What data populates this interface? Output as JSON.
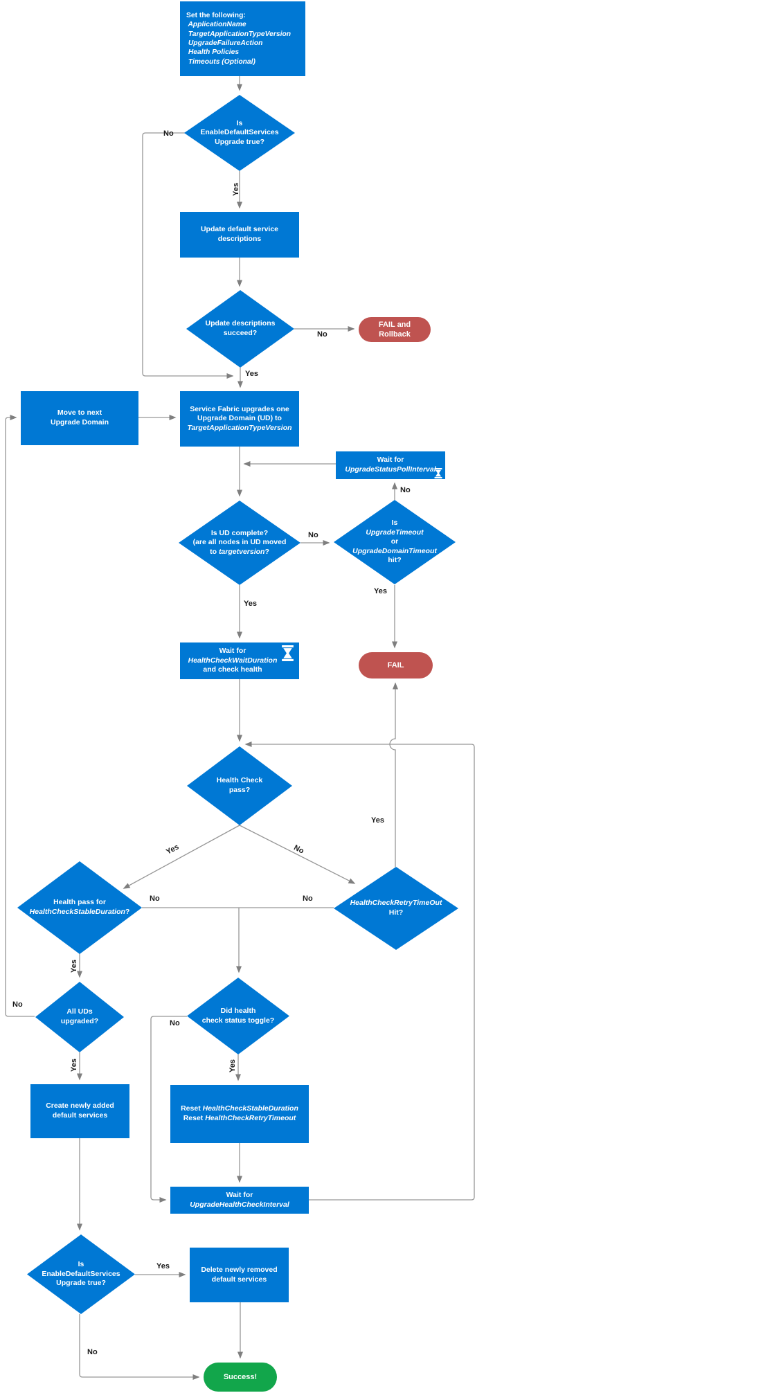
{
  "labels": {
    "yes": "Yes",
    "no": "No"
  },
  "colors": {
    "node_blue": "#0078D4",
    "fail_red": "#BF5350",
    "success_green": "#12A64B",
    "connector_gray": "#969696",
    "edge_label_black": "#1A1A1A"
  },
  "icons": [
    "hourglass-icon"
  ],
  "nodes": {
    "set_following": {
      "lines": [
        [
          {
            "t": "Set the following:"
          }
        ],
        [
          {
            "t": " ApplicationName",
            "i": true
          }
        ],
        [
          {
            "t": " TargetApplicationTypeVersion",
            "i": true
          }
        ],
        [
          {
            "t": " UpgradeFailureAction",
            "i": true
          }
        ],
        [
          {
            "t": " Health Policies",
            "i": true
          }
        ],
        [
          {
            "t": " Timeouts (Optional)",
            "i": true
          }
        ]
      ]
    },
    "d_enable_default_top": {
      "lines": [
        [
          {
            "t": "Is"
          }
        ],
        [
          {
            "t": "EnableDefaultServices"
          }
        ],
        [
          {
            "t": "Upgrade true?"
          }
        ]
      ]
    },
    "update_descriptions": {
      "lines": [
        [
          {
            "t": "Update default service"
          }
        ],
        [
          {
            "t": "descriptions"
          }
        ]
      ]
    },
    "d_update_succeed": {
      "lines": [
        [
          {
            "t": "Update descriptions"
          }
        ],
        [
          {
            "t": "succeed?"
          }
        ]
      ]
    },
    "fail_rollback": {
      "lines": [
        [
          {
            "t": "FAIL and"
          }
        ],
        [
          {
            "t": "Rollback"
          }
        ]
      ]
    },
    "move_next": {
      "lines": [
        [
          {
            "t": "Move to next"
          }
        ],
        [
          {
            "t": "Upgrade Domain"
          }
        ]
      ]
    },
    "sf_upgrades": {
      "lines": [
        [
          {
            "t": "Service Fabric upgrades one"
          }
        ],
        [
          {
            "t": "Upgrade Domain (UD) to"
          }
        ],
        [
          {
            "t": "TargetApplicationTypeVersion",
            "i": true
          }
        ]
      ]
    },
    "wait_poll": {
      "lines": [
        [
          {
            "t": "Wait for"
          }
        ],
        [
          {
            "t": "UpgradeStatusPollInterval",
            "i": true
          }
        ]
      ]
    },
    "d_ud_complete": {
      "lines": [
        [
          {
            "t": "Is UD complete?"
          }
        ],
        [
          {
            "t": "(are all nodes in UD moved"
          }
        ],
        [
          {
            "t": "to "
          },
          {
            "t": "targetversion",
            "i": true
          },
          {
            "t": "?"
          }
        ]
      ]
    },
    "d_upgrade_timeout": {
      "lines": [
        [
          {
            "t": "Is"
          }
        ],
        [
          {
            "t": "UpgradeTimeout",
            "i": true
          }
        ],
        [
          {
            "t": "or"
          }
        ],
        [
          {
            "t": "UpgradeDomainTimeout",
            "i": true
          }
        ],
        [
          {
            "t": "hit?"
          }
        ]
      ]
    },
    "wait_hcwd": {
      "lines": [
        [
          {
            "t": "Wait for"
          }
        ],
        [
          {
            "t": "HealthCheckWaitDuration",
            "i": true
          }
        ],
        [
          {
            "t": "and check health"
          }
        ]
      ]
    },
    "fail": {
      "lines": [
        [
          {
            "t": "FAIL"
          }
        ]
      ]
    },
    "d_health_pass": {
      "lines": [
        [
          {
            "t": "Health Check"
          }
        ],
        [
          {
            "t": "pass?"
          }
        ]
      ]
    },
    "d_health_stable": {
      "lines": [
        [
          {
            "t": "Health pass for"
          }
        ],
        [
          {
            "t": "HealthCheckStableDuration",
            "i": true
          },
          {
            "t": "?"
          }
        ]
      ]
    },
    "d_retry_timeout": {
      "lines": [
        [
          {
            "t": "HealthCheckRetryTimeOut",
            "i": true
          }
        ],
        [
          {
            "t": "Hit?"
          }
        ]
      ]
    },
    "d_all_uds": {
      "lines": [
        [
          {
            "t": "All UDs"
          }
        ],
        [
          {
            "t": "upgraded?"
          }
        ]
      ]
    },
    "d_status_toggle": {
      "lines": [
        [
          {
            "t": "Did health"
          }
        ],
        [
          {
            "t": "check status toggle?"
          }
        ]
      ]
    },
    "create_services": {
      "lines": [
        [
          {
            "t": "Create newly added"
          }
        ],
        [
          {
            "t": "default services"
          }
        ]
      ]
    },
    "reset_timers": {
      "lines": [
        [
          {
            "t": "Reset "
          },
          {
            "t": "HealthCheckStableDuration",
            "i": true
          }
        ],
        [
          {
            "t": "Reset "
          },
          {
            "t": "HealthCheckRetryTimeout",
            "i": true
          }
        ]
      ]
    },
    "wait_uhci": {
      "lines": [
        [
          {
            "t": "Wait for"
          }
        ],
        [
          {
            "t": "UpgradeHealthCheckInterval",
            "i": true
          }
        ]
      ]
    },
    "d_enable_default_bottom": {
      "lines": [
        [
          {
            "t": "Is"
          }
        ],
        [
          {
            "t": "EnableDefaultServices"
          }
        ],
        [
          {
            "t": "Upgrade true?"
          }
        ]
      ]
    },
    "delete_services": {
      "lines": [
        [
          {
            "t": "Delete newly removed"
          }
        ],
        [
          {
            "t": "default services"
          }
        ]
      ]
    },
    "success": {
      "lines": [
        [
          {
            "t": "Success!"
          }
        ]
      ]
    }
  }
}
